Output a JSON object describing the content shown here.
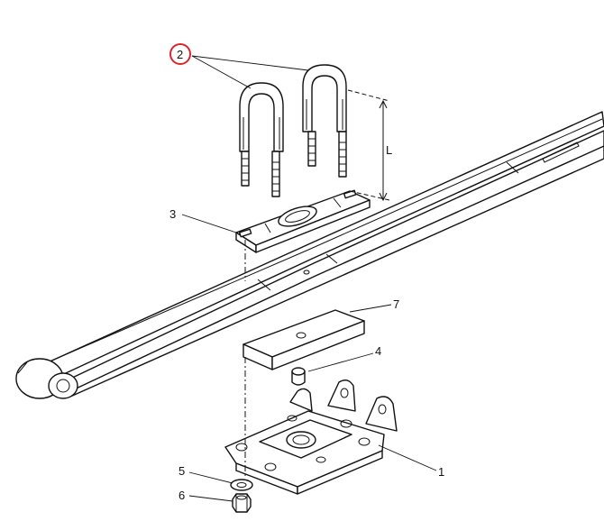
{
  "callouts": [
    {
      "id": "2",
      "text": "2",
      "highlighted": true
    },
    {
      "id": "3",
      "text": "3"
    },
    {
      "id": "7",
      "text": "7"
    },
    {
      "id": "4",
      "text": "4"
    },
    {
      "id": "1",
      "text": "1"
    },
    {
      "id": "5",
      "text": "5"
    },
    {
      "id": "6",
      "text": "6"
    }
  ],
  "dimension": {
    "label": "L"
  },
  "colors": {
    "line": "#111111",
    "highlight": "#d9262c",
    "background": "#ffffff"
  }
}
